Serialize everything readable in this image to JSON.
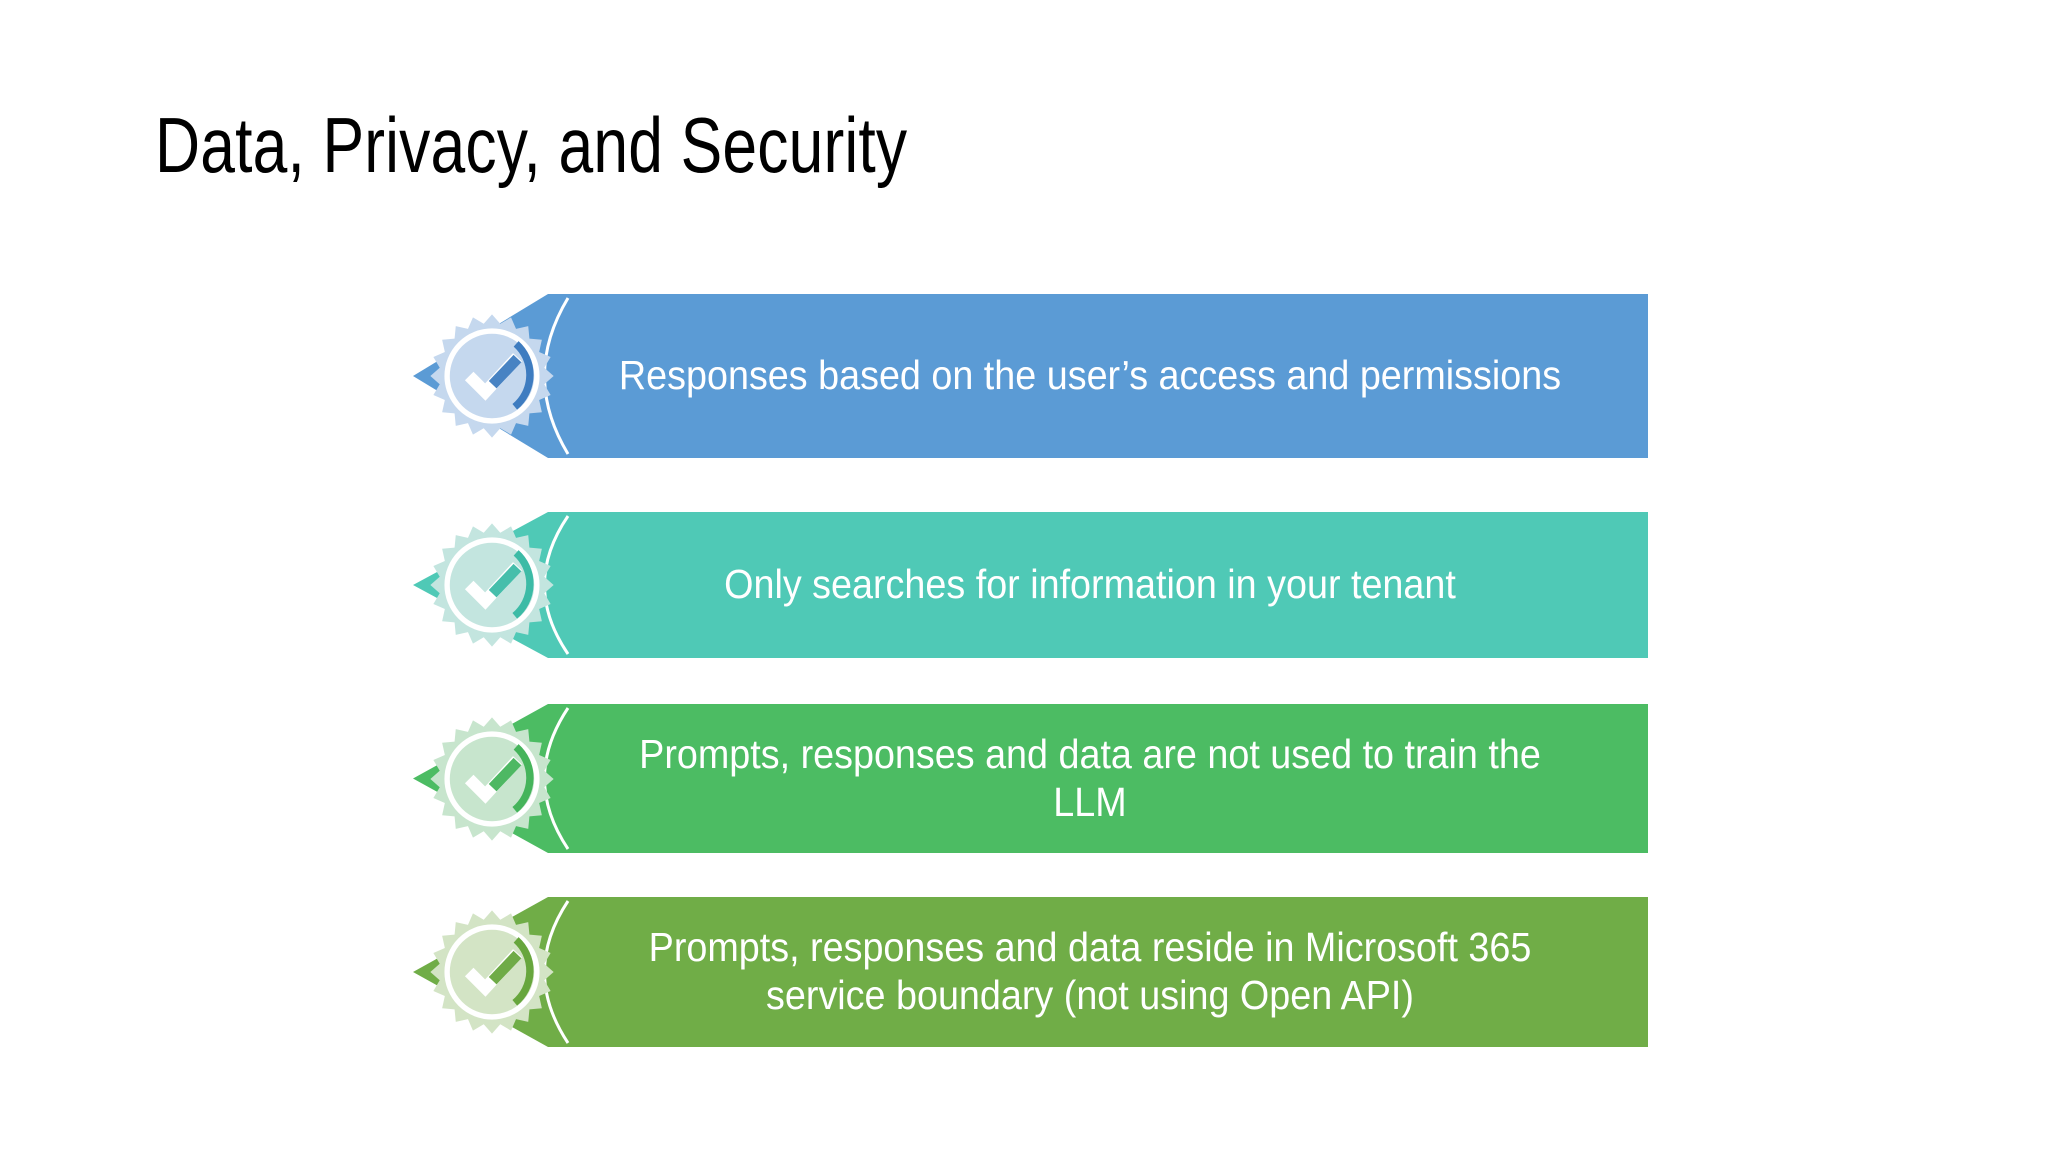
{
  "slide": {
    "title": "Data, Privacy, and Security",
    "background_color": "#FFFFFF",
    "title_color": "#000000"
  },
  "diagram": {
    "type": "vertical-chevron-list",
    "icon_name": "verified-badge-checkmark-icon",
    "items": [
      {
        "index": 1,
        "text": "Responses based on the user’s access and permissions",
        "bar_color": "#5B9BD5",
        "badge_tint": "#C5D8EE",
        "badge_arc_color": "#3E7CC0",
        "text_color": "#FFFFFF"
      },
      {
        "index": 2,
        "text": "Only searches for information in your tenant",
        "bar_color": "#4FC9B6",
        "badge_tint": "#C3E5DF",
        "badge_arc_color": "#3CBBA6",
        "text_color": "#FFFFFF"
      },
      {
        "index": 3,
        "text": "Prompts, responses and data are not used to train the LLM",
        "bar_color": "#4CBC63",
        "badge_tint": "#C7E5CD",
        "badge_arc_color": "#45B45B",
        "text_color": "#FFFFFF"
      },
      {
        "index": 4,
        "text": "Prompts, responses and data reside in Microsoft 365 service boundary (not using Open API)",
        "bar_color": "#70AD47",
        "badge_tint": "#D3E4C5",
        "badge_arc_color": "#67A63D",
        "text_color": "#FFFFFF"
      }
    ]
  }
}
